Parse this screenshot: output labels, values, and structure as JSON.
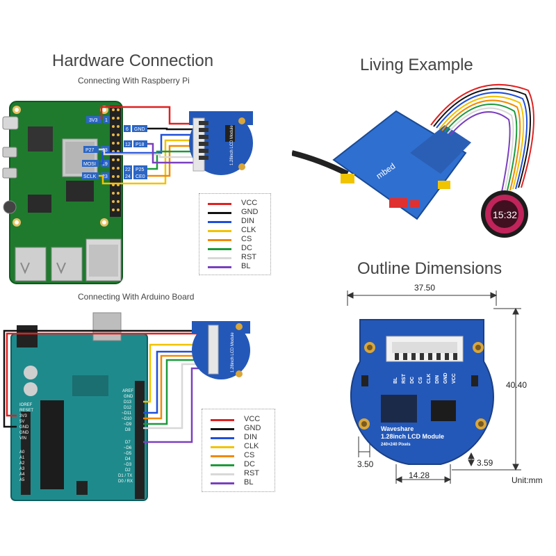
{
  "sections": {
    "hardware_title": "Hardware Connection",
    "pi_subtitle": "Connecting With Raspberry Pi",
    "arduino_subtitle": "Connecting With Arduino Board",
    "living_title": "Living Example",
    "outline_title": "Outline Dimensions"
  },
  "legend": [
    {
      "label": "VCC",
      "color": "#e02020"
    },
    {
      "label": "GND",
      "color": "#111111"
    },
    {
      "label": "DIN",
      "color": "#1f4fd8"
    },
    {
      "label": "CLK",
      "color": "#f2c200"
    },
    {
      "label": "CS",
      "color": "#f08a00"
    },
    {
      "label": "DC",
      "color": "#1a9a3a"
    },
    {
      "label": "RST",
      "color": "#d8d8d8"
    },
    {
      "label": "BL",
      "color": "#7a3fbf"
    }
  ],
  "pi_pins": {
    "p3v3": "3V3",
    "p1": "1",
    "p6": "6",
    "gnd": "GND",
    "p12": "12",
    "p18": "P18",
    "p27": "P27",
    "p13": "13",
    "mosi": "MOSI",
    "p19": "19",
    "p22": "22",
    "p25": "P25",
    "sclk": "SCLK",
    "p23": "23",
    "p24": "24",
    "ce0": "CE0"
  },
  "arduino_pins": {
    "aref": "AREF",
    "gnd": "GND",
    "d13": "D13",
    "d12": "D12",
    "d11": "~D11",
    "d10": "~D10",
    "d9": "~D9",
    "d8": "D8",
    "d7": "D7",
    "d6": "~D6",
    "d5": "~D5",
    "d4": "D4",
    "d3": "~D3",
    "d2": "D2",
    "d1": "D1 / TX",
    "d0": "D0 / RX",
    "ioref": "IOREF",
    "reset": "RESET",
    "v33": "3V3",
    "v5": "5V",
    "g1": "GND",
    "g2": "GND",
    "vin": "VIN",
    "a0": "A0",
    "a1": "A1",
    "a2": "A2",
    "a3": "A3",
    "a4": "A4",
    "a5": "A5"
  },
  "module": {
    "label": "1.28inch LCD Module",
    "sub": "240×240 Pixels",
    "brand": "Waveshare",
    "pins": [
      "BL",
      "RST",
      "DC",
      "CS",
      "CLK",
      "DIN",
      "GND",
      "VCC"
    ]
  },
  "living": {
    "time": "15:32",
    "board_label": "mbed"
  },
  "dimensions": {
    "width": "37.50",
    "height": "40.40",
    "hole_offset": "3.50",
    "bottom_gap": "3.59",
    "flat_width": "14.28",
    "unit": "Unit:mm"
  }
}
